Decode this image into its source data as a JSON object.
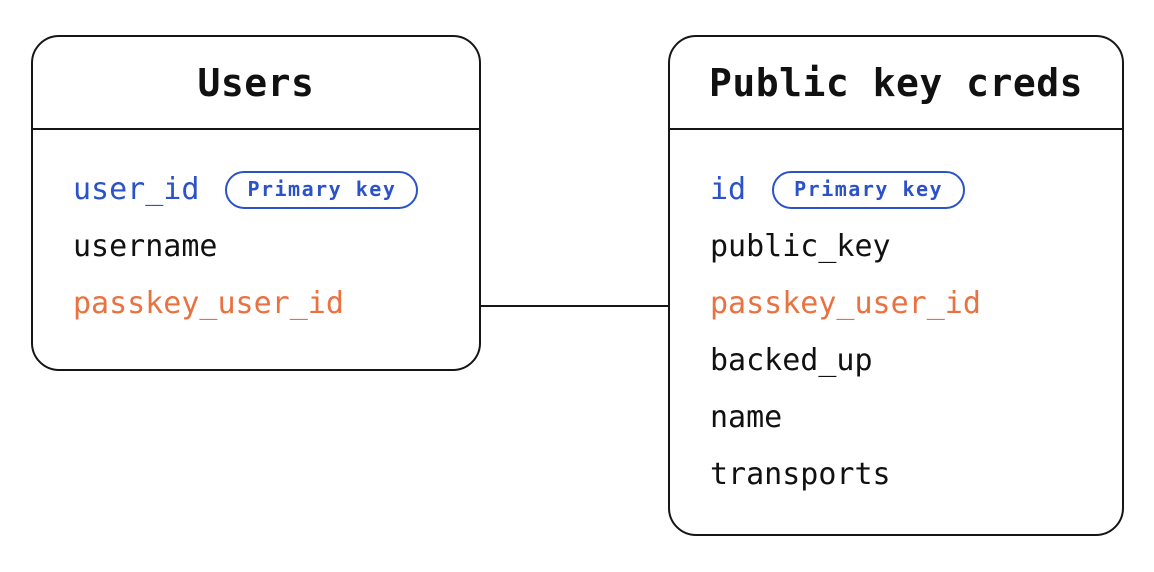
{
  "tables": [
    {
      "title": "Users",
      "fields": [
        {
          "name": "user_id",
          "color": "#2b52c8",
          "badge": "Primary key"
        },
        {
          "name": "username",
          "color": "#111111"
        },
        {
          "name": "passkey_user_id",
          "color": "#ea7140"
        }
      ]
    },
    {
      "title": "Public key creds",
      "fields": [
        {
          "name": "id",
          "color": "#2b52c8",
          "badge": "Primary key"
        },
        {
          "name": "public_key",
          "color": "#111111"
        },
        {
          "name": "passkey_user_id",
          "color": "#ea7140"
        },
        {
          "name": "backed_up",
          "color": "#111111"
        },
        {
          "name": "name",
          "color": "#111111"
        },
        {
          "name": "transports",
          "color": "#111111"
        }
      ]
    }
  ],
  "connector": {
    "from_table": "Users",
    "from_field": "passkey_user_id",
    "to_table": "Public key creds",
    "to_field": "passkey_user_id"
  },
  "colors": {
    "primary_key_blue": "#2b52c8",
    "linked_field_orange": "#ea7140",
    "text_black": "#111111",
    "border": "#161616",
    "background": "#ffffff"
  }
}
